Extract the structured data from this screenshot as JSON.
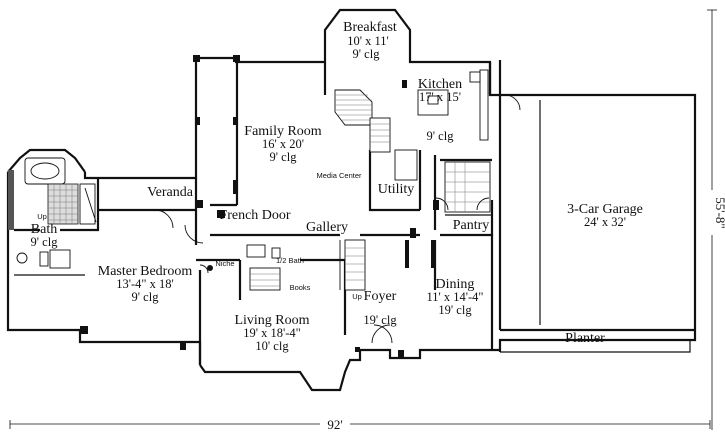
{
  "rooms": {
    "breakfast": {
      "name": "Breakfast",
      "size": "10' x 11'",
      "ceiling": "9' clg"
    },
    "kitchen": {
      "name": "Kitchen",
      "size": "17' x 15'",
      "ceiling": "9' clg"
    },
    "family_room": {
      "name": "Family Room",
      "size": "16' x 20'",
      "ceiling": "9' clg"
    },
    "utility": {
      "name": "Utility"
    },
    "garage": {
      "name": "3-Car Garage",
      "size": "24' x 32'"
    },
    "pantry": {
      "name": "Pantry"
    },
    "veranda": {
      "name": "Veranda"
    },
    "french_door": {
      "name": "French Door"
    },
    "gallery": {
      "name": "Gallery"
    },
    "bath": {
      "name": "Bath",
      "ceiling": "9' clg"
    },
    "master_bedroom": {
      "name": "Master Bedroom",
      "size": "13'-4\" x 18'",
      "ceiling": "9' clg"
    },
    "living_room": {
      "name": "Living Room",
      "size": "19' x 18'-4\"",
      "ceiling": "10' clg"
    },
    "foyer": {
      "name": "Foyer",
      "ceiling": "19' clg"
    },
    "dining": {
      "name": "Dining",
      "size": "11' x 14'-4\"",
      "ceiling": "19' clg"
    },
    "planter": {
      "name": "Planter"
    }
  },
  "labels": {
    "media_center": "Media Center",
    "half_bath": "1/2 Bath",
    "niche": "Niche",
    "books": "Books",
    "up_foyer": "Up",
    "up_bath": "Up"
  },
  "dimensions": {
    "overall_width": "92'",
    "overall_depth": "55'-8\""
  }
}
